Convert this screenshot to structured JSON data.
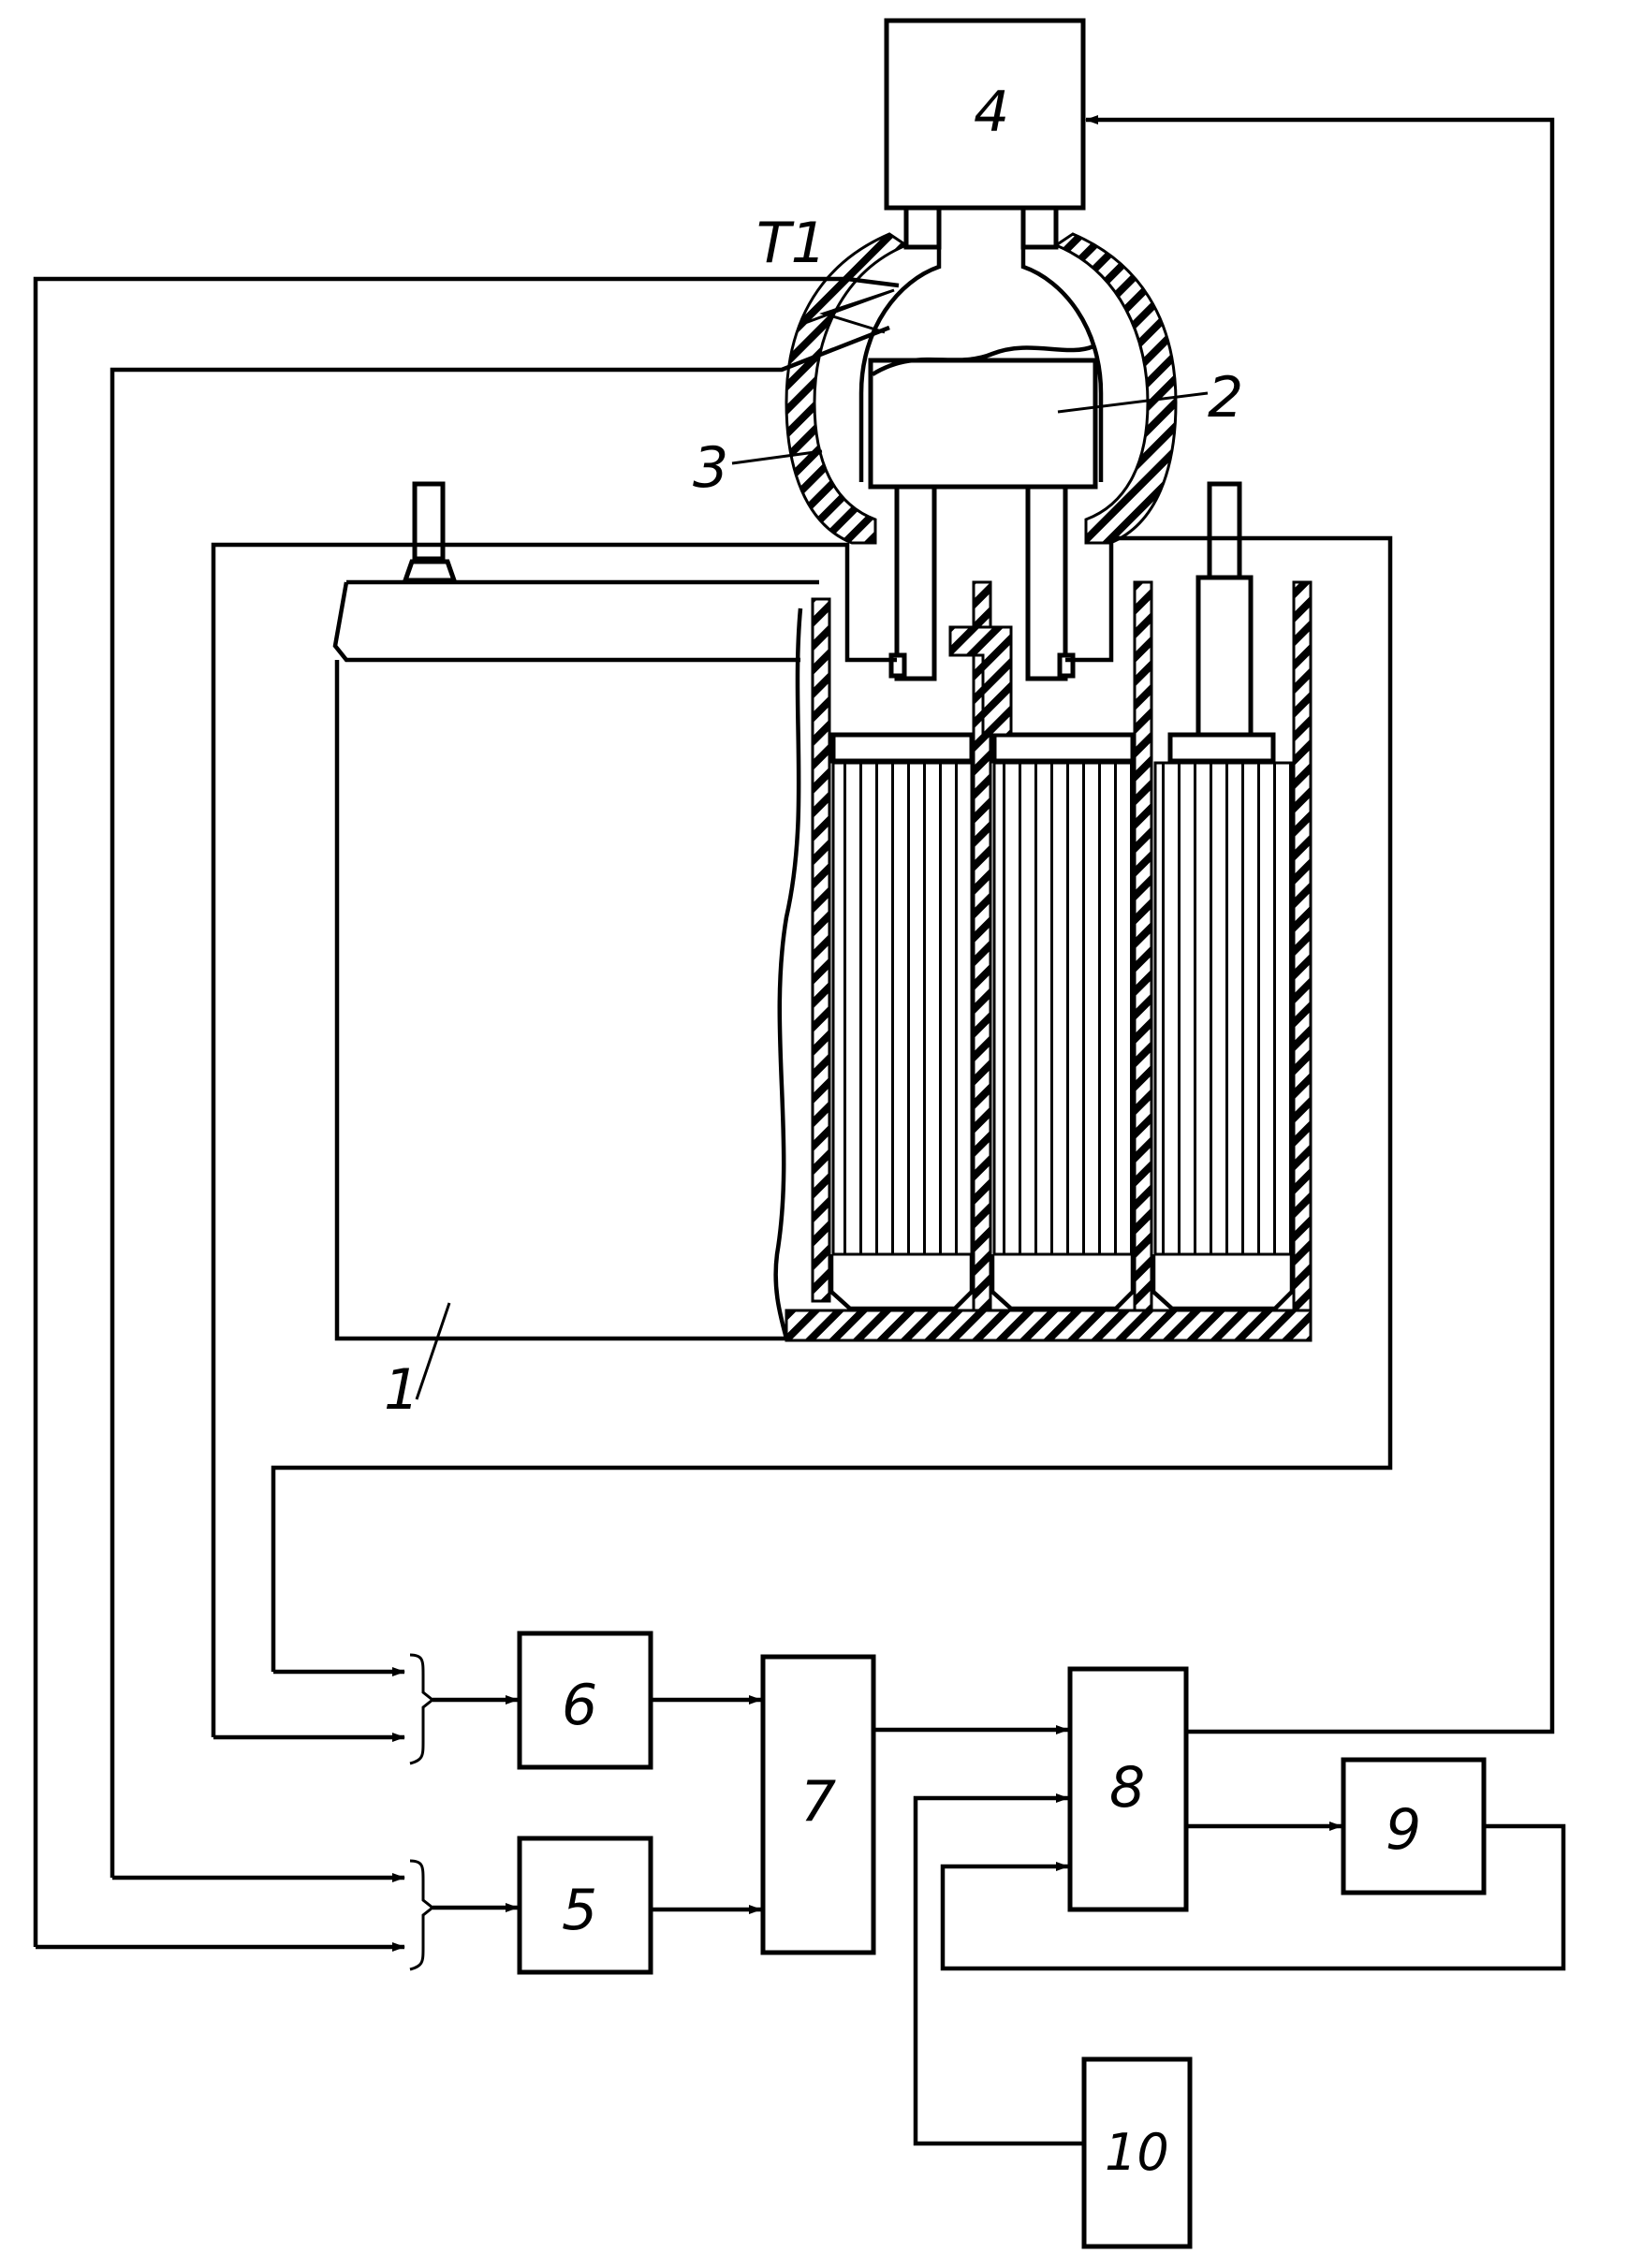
{
  "labels": {
    "battery": "1",
    "container": "2",
    "jacket": "3",
    "block4": "4",
    "block5": "5",
    "block6": "6",
    "block7": "7",
    "block8": "8",
    "block9": "9",
    "block10": "10",
    "sensor": "T1"
  }
}
